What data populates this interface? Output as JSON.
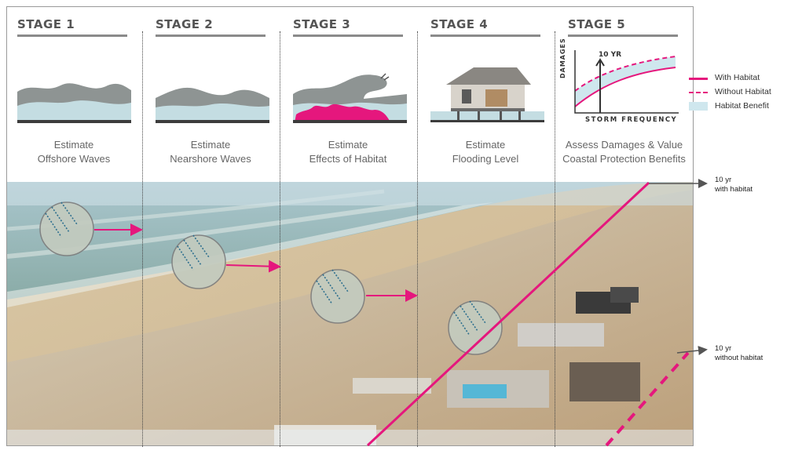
{
  "stages": [
    {
      "title": "STAGE 1",
      "line1": "Estimate",
      "line2": "Offshore Waves"
    },
    {
      "title": "STAGE 2",
      "line1": "Estimate",
      "line2": "Nearshore Waves"
    },
    {
      "title": "STAGE 3",
      "line1": "Estimate",
      "line2": "Effects of Habitat"
    },
    {
      "title": "STAGE 4",
      "line1": "Estimate",
      "line2": "Flooding Level"
    },
    {
      "title": "STAGE 5",
      "line1": "Assess Damages & Value",
      "line2": "Coastal Protection Benefits"
    }
  ],
  "mini_chart": {
    "ylabel": "DAMAGES",
    "xlabel": "STORM FREQUENCY",
    "marker_label": "10 YR"
  },
  "legend": {
    "with_habitat": "With Habitat",
    "without_habitat": "Without Habitat",
    "habitat_benefit": "Habitat Benefit"
  },
  "annotations": {
    "top_line1": "10 yr",
    "top_line2": "with habitat",
    "bottom_line1": "10 yr",
    "bottom_line2": "without habitat"
  },
  "colors": {
    "pink": "#e5177d",
    "benefit_fill": "#cfe7ee",
    "mountain_dark": "#8e9493",
    "mountain_light": "#aeb6b5",
    "water": "#c4dde2"
  }
}
